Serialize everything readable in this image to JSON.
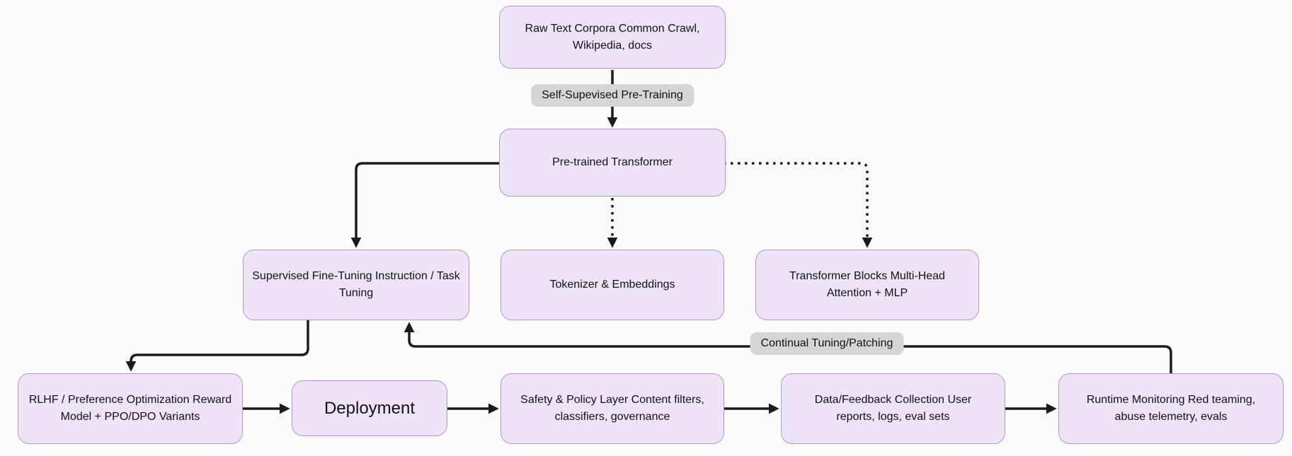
{
  "diagram": {
    "colors": {
      "background": "#fcfcfc",
      "node_fill": "#efe3f8",
      "node_border": "#b295cf",
      "edge_label_bg": "#d6d6d6",
      "edge": "#1b1b1b",
      "text": "#111111"
    },
    "nodes": {
      "raw_text": {
        "label": "Raw Text Corpora Common Crawl, Wikipedia, docs"
      },
      "pretrained": {
        "label": "Pre-trained Transformer"
      },
      "sft": {
        "label": "Supervised Fine-Tuning Instruction / Task Tuning"
      },
      "tokenizer": {
        "label": "Tokenizer & Embeddings"
      },
      "transformer_blocks": {
        "label": "Transformer Blocks Multi-Head Attention + MLP"
      },
      "rlhf": {
        "label": "RLHF / Preference Optimization Reward Model + PPO/DPO Variants"
      },
      "deployment": {
        "label": "Deployment"
      },
      "safety": {
        "label": "Safety & Policy Layer Content filters, classifiers, governance"
      },
      "data_feedback": {
        "label": "Data/Feedback Collection User reports, logs, eval sets"
      },
      "runtime": {
        "label": "Runtime Monitoring Red teaming, abuse telemetry, evals"
      }
    },
    "edge_labels": {
      "self_supervised": "Self-Supevised Pre-Training",
      "continual": "Continual Tuning/Patching"
    },
    "edges": [
      {
        "from": "raw_text",
        "to": "pretrained",
        "style": "solid",
        "label": "Self-Supevised Pre-Training"
      },
      {
        "from": "pretrained",
        "to": "sft",
        "style": "solid"
      },
      {
        "from": "pretrained",
        "to": "tokenizer",
        "style": "dotted"
      },
      {
        "from": "pretrained",
        "to": "transformer_blocks",
        "style": "dotted"
      },
      {
        "from": "sft",
        "to": "rlhf",
        "style": "solid"
      },
      {
        "from": "rlhf",
        "to": "deployment",
        "style": "solid"
      },
      {
        "from": "deployment",
        "to": "safety",
        "style": "solid"
      },
      {
        "from": "safety",
        "to": "data_feedback",
        "style": "solid"
      },
      {
        "from": "data_feedback",
        "to": "runtime",
        "style": "solid"
      },
      {
        "from": "runtime",
        "to": "sft",
        "style": "solid",
        "label": "Continual Tuning/Patching"
      }
    ]
  }
}
